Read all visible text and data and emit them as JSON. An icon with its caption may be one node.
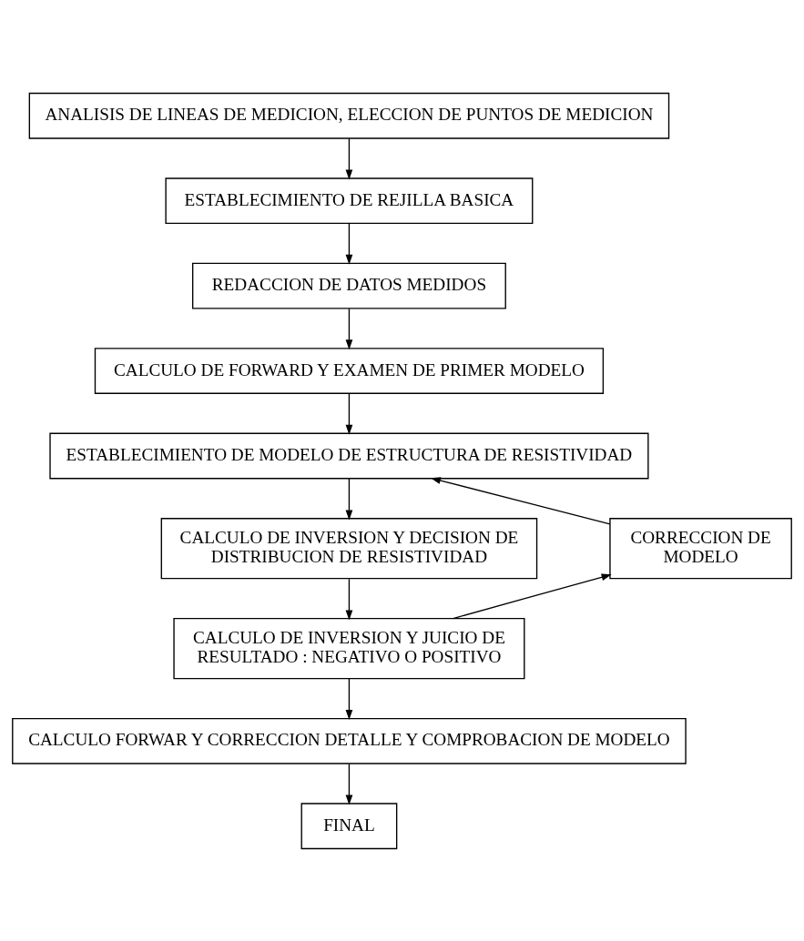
{
  "diagram": {
    "nodes": [
      {
        "text": [
          "ANALISIS DE LINEAS DE MEDICION, ELECCION DE PUNTOS DE MEDICION"
        ]
      },
      {
        "text": [
          "ESTABLECIMIENTO DE REJILLA BASICA"
        ]
      },
      {
        "text": [
          "REDACCION DE DATOS MEDIDOS"
        ]
      },
      {
        "text": [
          "CALCULO DE FORWARD Y EXAMEN DE PRIMER MODELO"
        ]
      },
      {
        "text": [
          "ESTABLECIMIENTO DE MODELO DE ESTRUCTURA DE RESISTIVIDAD"
        ]
      },
      {
        "text": [
          "CALCULO DE INVERSION Y DECISION DE DISTRIBUCION DE RESISTIVIDAD"
        ]
      },
      {
        "text": [
          "CORRECCION DE MODELO"
        ]
      },
      {
        "text": [
          "CALCULO DE INVERSION Y JUICIO DE RESULTADO : NEGATIVO O POSITIVO"
        ]
      },
      {
        "text": [
          "CALCULO FORWAR Y CORRECCION DETALLE Y COMPROBACION DE MODELO"
        ]
      },
      {
        "text": [
          "FINAL"
        ]
      }
    ],
    "edges": [
      {
        "from": 0,
        "to": 1,
        "arrow": "to"
      },
      {
        "from": 1,
        "to": 2,
        "arrow": "to"
      },
      {
        "from": 2,
        "to": 3,
        "arrow": "to"
      },
      {
        "from": 3,
        "to": 4,
        "arrow": "to"
      },
      {
        "from": 4,
        "to": 5,
        "arrow": "to"
      },
      {
        "from": 5,
        "to": 7,
        "arrow": "to"
      },
      {
        "from": 7,
        "to": 8,
        "arrow": "to"
      },
      {
        "from": 8,
        "to": 9,
        "arrow": "to"
      },
      {
        "from": 7,
        "to": 6,
        "arrow": "to"
      },
      {
        "from": 6,
        "to": 4,
        "arrow": "to"
      }
    ]
  }
}
